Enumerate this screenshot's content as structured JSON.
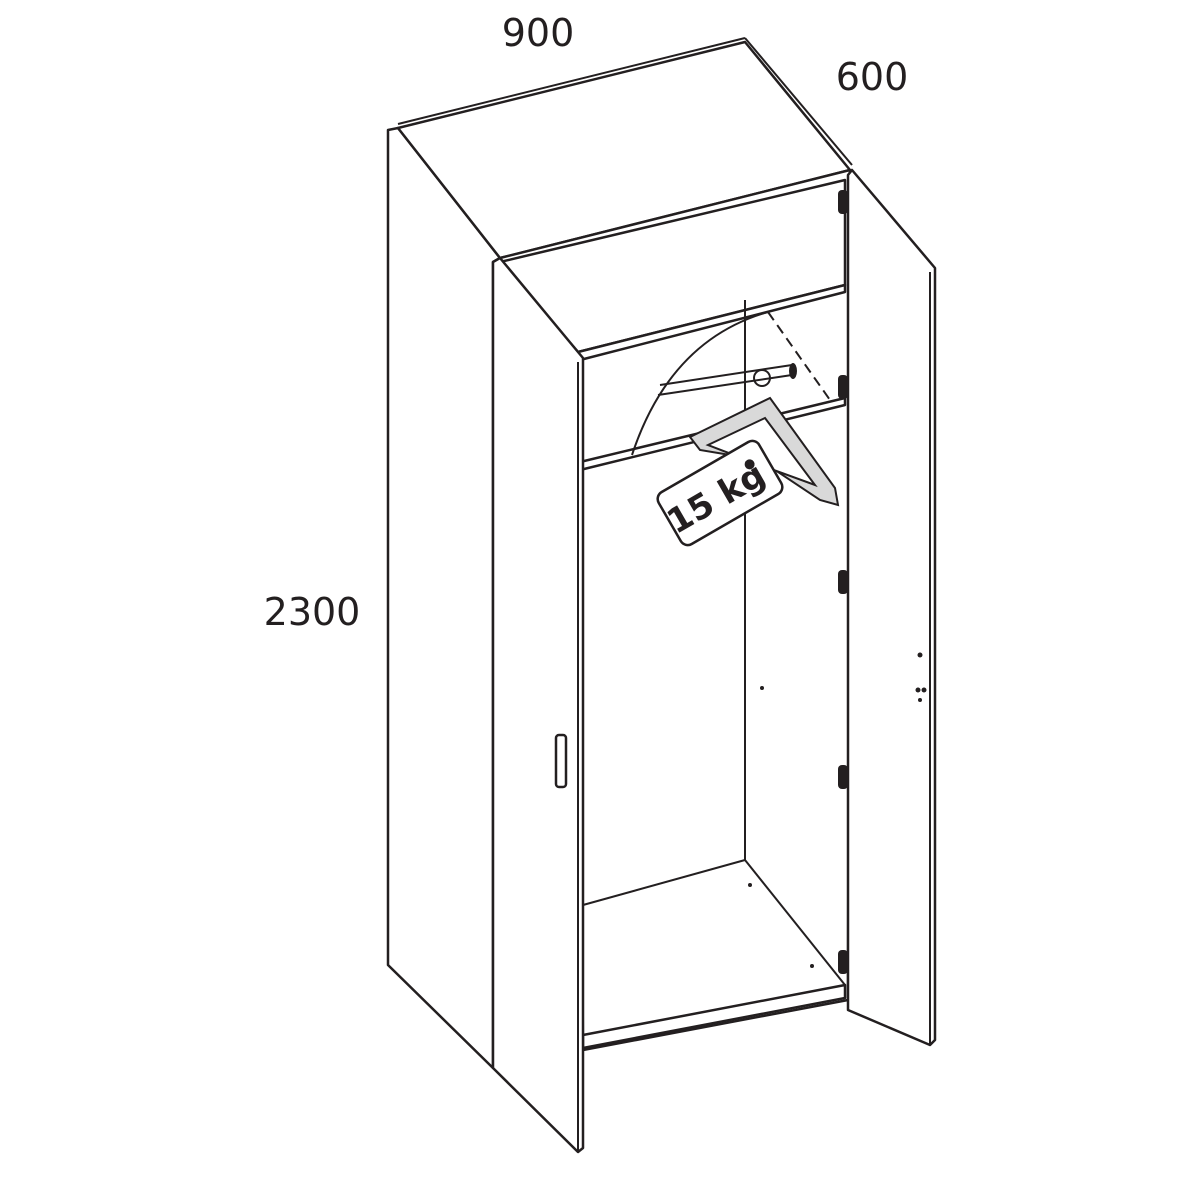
{
  "dimensions": {
    "width": "900",
    "depth": "600",
    "height": "2300"
  },
  "load_tag": {
    "label": "15 kg"
  },
  "colors": {
    "line": "#231f20",
    "hanger": "#d9d9d9",
    "background": "#ffffff"
  }
}
